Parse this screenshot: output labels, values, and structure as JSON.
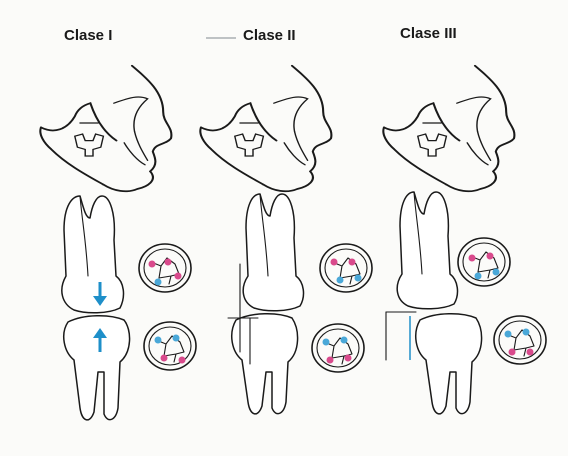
{
  "panels": [
    {
      "label": "Clase I"
    },
    {
      "label": "Clase II"
    },
    {
      "label": "Clase III"
    }
  ],
  "colors": {
    "ink": "#1a1a1a",
    "cusp_pink": "#d94a8c",
    "cusp_blue": "#4aa8d8",
    "arrow_blue": "#1e8fc9",
    "background": "#fbfbf9"
  },
  "icons": [
    "jaw-profile",
    "molar-pair",
    "occlusal-surface",
    "force-arrow"
  ]
}
